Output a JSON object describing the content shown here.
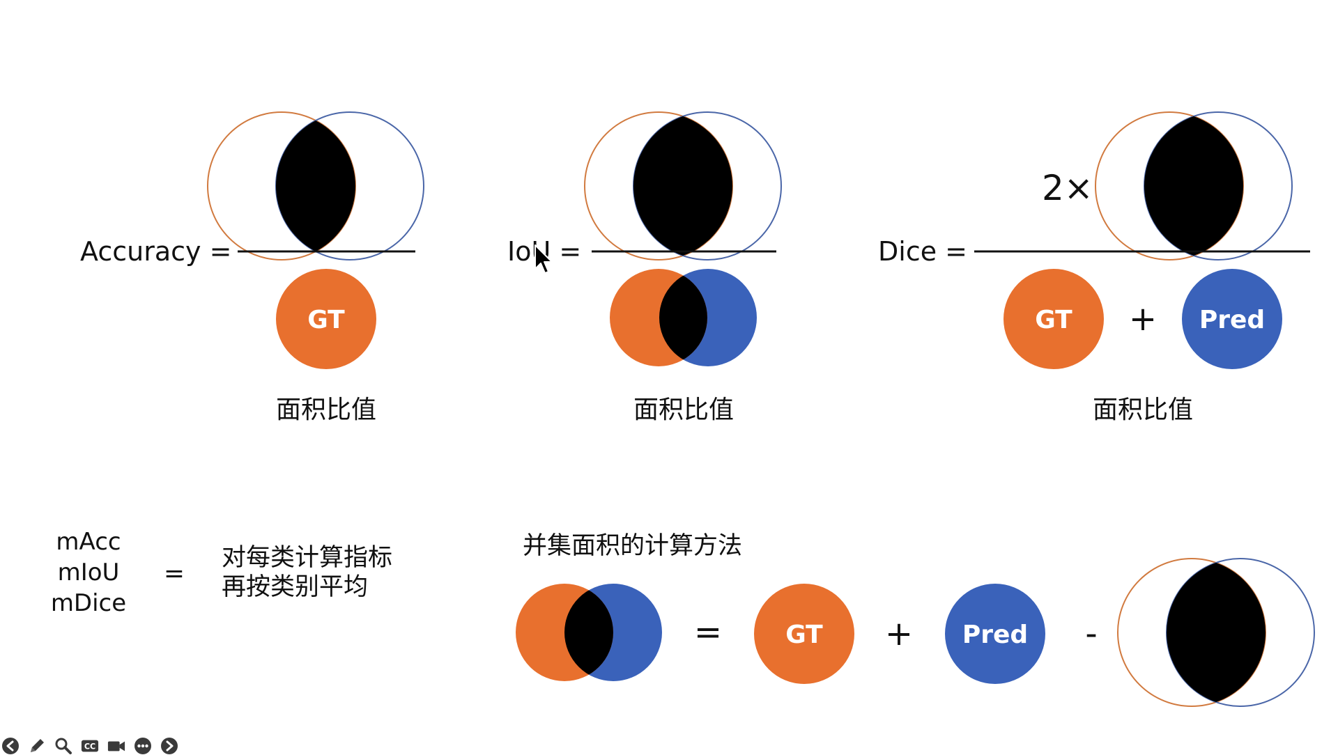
{
  "colors": {
    "gt_fill": "#E8702E",
    "pred_fill": "#3A62BA",
    "gt_outline": "#D17A3F",
    "pred_outline": "#4A66A8",
    "intersection": "#000000",
    "text": "#111111",
    "circle_label": "#ffffff",
    "toolbar_icon": "#3a3a3a"
  },
  "formulas": [
    {
      "label": "Accuracy =",
      "denominator": {
        "type": "single",
        "circle": "GT"
      },
      "caption": "面积比值"
    },
    {
      "label": "IoU =",
      "denominator": {
        "type": "union"
      },
      "caption": "面积比值"
    },
    {
      "label": "Dice =",
      "numerator_prefix": "2×",
      "denominator": {
        "type": "sum",
        "left": "GT",
        "operator": "+",
        "right": "Pred"
      },
      "caption": "面积比值"
    }
  ],
  "mean_metrics": {
    "names": [
      "mAcc",
      "mIoU",
      "mDice"
    ],
    "equals": "=",
    "description": [
      "对每类计算指标",
      "再按类别平均"
    ]
  },
  "union_method": {
    "title": "并集面积的计算方法",
    "equals": "=",
    "term1": "GT",
    "plus": "+",
    "term2": "Pred",
    "minus": "-"
  },
  "toolbar": {
    "buttons": [
      {
        "name": "back-button",
        "icon": "arrow-left-icon"
      },
      {
        "name": "pen-button",
        "icon": "pencil-icon"
      },
      {
        "name": "zoom-button",
        "icon": "magnifier-icon"
      },
      {
        "name": "captions-button",
        "icon": "cc-icon",
        "label": "CC"
      },
      {
        "name": "camera-button",
        "icon": "video-camera-icon"
      },
      {
        "name": "more-button",
        "icon": "ellipsis-icon"
      },
      {
        "name": "forward-button",
        "icon": "arrow-right-icon"
      }
    ]
  }
}
